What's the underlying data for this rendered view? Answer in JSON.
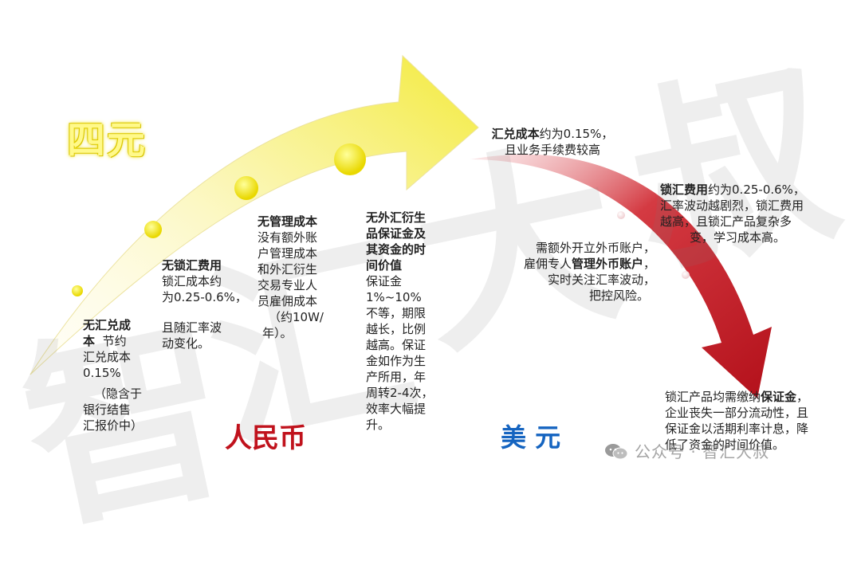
{
  "watermark": {
    "chars": [
      "智",
      "汇",
      "大",
      "叔"
    ]
  },
  "left": {
    "title": "四元",
    "currency_label": "人民币",
    "items": [
      {
        "title": "无汇兑成",
        "title2": "本",
        "body": "节约",
        "lines": [
          "汇兑成本",
          "0.15%"
        ],
        "note": [
          "（隐含于",
          "银行结售",
          "汇报价中）"
        ]
      },
      {
        "title": "无锁汇费用",
        "lines": [
          "锁汇成本约",
          "为0.25-0.6%，",
          "",
          "且随汇率波",
          "动变化。"
        ]
      },
      {
        "title": "无管理成本",
        "lines": [
          "没有额外账",
          "户管理成本",
          "和外汇衍生",
          "交易专业人",
          "员雇佣成本",
          "（约10W/",
          "年）。"
        ]
      },
      {
        "title_lines": [
          "无外汇衍生",
          "品保证金及",
          "其资金的时",
          "间价值"
        ],
        "lines": [
          "保证金",
          "1%~10%",
          "不等，期限",
          "越长，比例",
          "越高。保证",
          "金如作为生",
          "产所用，年",
          "周转2-4次，",
          "效率大幅提",
          "升。"
        ]
      }
    ]
  },
  "right": {
    "currency_label": "美 元",
    "item1": {
      "bold": "汇兑成本",
      "rest": "约为0.15%，",
      "line2": "且业务手续费较高"
    },
    "item2": {
      "bold": "锁汇费用",
      "rest": "约为0.25-0.6%，",
      "lines": [
        "汇率波动越剧烈，锁汇费用",
        "越高，且锁汇产品复杂多",
        "变，学习成本高。"
      ]
    },
    "item3": {
      "line1": "需额外开立外币账户，",
      "line2_pre": "雇佣专人",
      "line2_bold": "管理外币账户",
      "line2_post": "，",
      "line3": "实时关注汇率波动，",
      "line4": "把控风险。"
    },
    "item4": {
      "line1_pre": "锁汇产品均需缴纳",
      "line1_bold": "保证金",
      "line1_post": "，",
      "lines": [
        "企业丧失一部分流动性，且",
        "保证金以活期利率计息，降",
        "低了资金的时间价值。"
      ]
    }
  },
  "footer": {
    "account": "公众号 · 智汇大叔"
  },
  "colors": {
    "yellow": "#f6ee1a",
    "red": "#c0121c",
    "currency_red": "#c0121c",
    "currency_blue": "#1564c0",
    "title_fill": "#fff98a"
  }
}
